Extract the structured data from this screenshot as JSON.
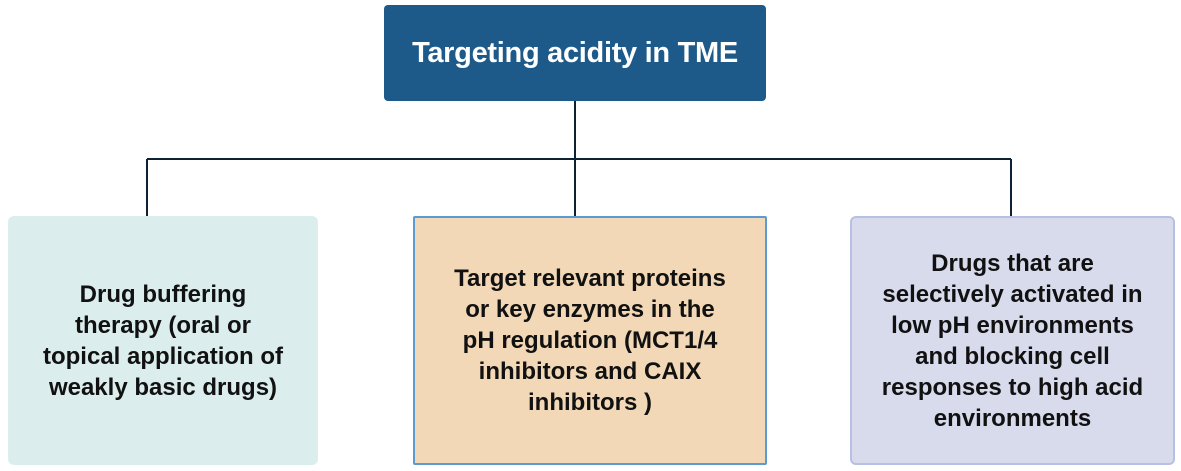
{
  "diagram": {
    "root": {
      "label": "Targeting acidity in TME",
      "color": "#1d5a8a"
    },
    "children": [
      {
        "id": "drug-buffering",
        "label": "Drug buffering\ntherapy (oral or\ntopical application of\nweakly basic drugs)",
        "color": "#dbeeed"
      },
      {
        "id": "target-proteins",
        "label": "Target relevant proteins\nor key enzymes in the\npH regulation (MCT1/4\ninhibitors and CAIX\ninhibitors )",
        "color": "#f2d8b6"
      },
      {
        "id": "selective-drugs",
        "label": "Drugs that are\nselectively activated in\nlow pH environments\nand blocking cell\nresponses to high acid\nenvironments",
        "color": "#d7dbec"
      }
    ],
    "connector_color": "#0f2233"
  }
}
